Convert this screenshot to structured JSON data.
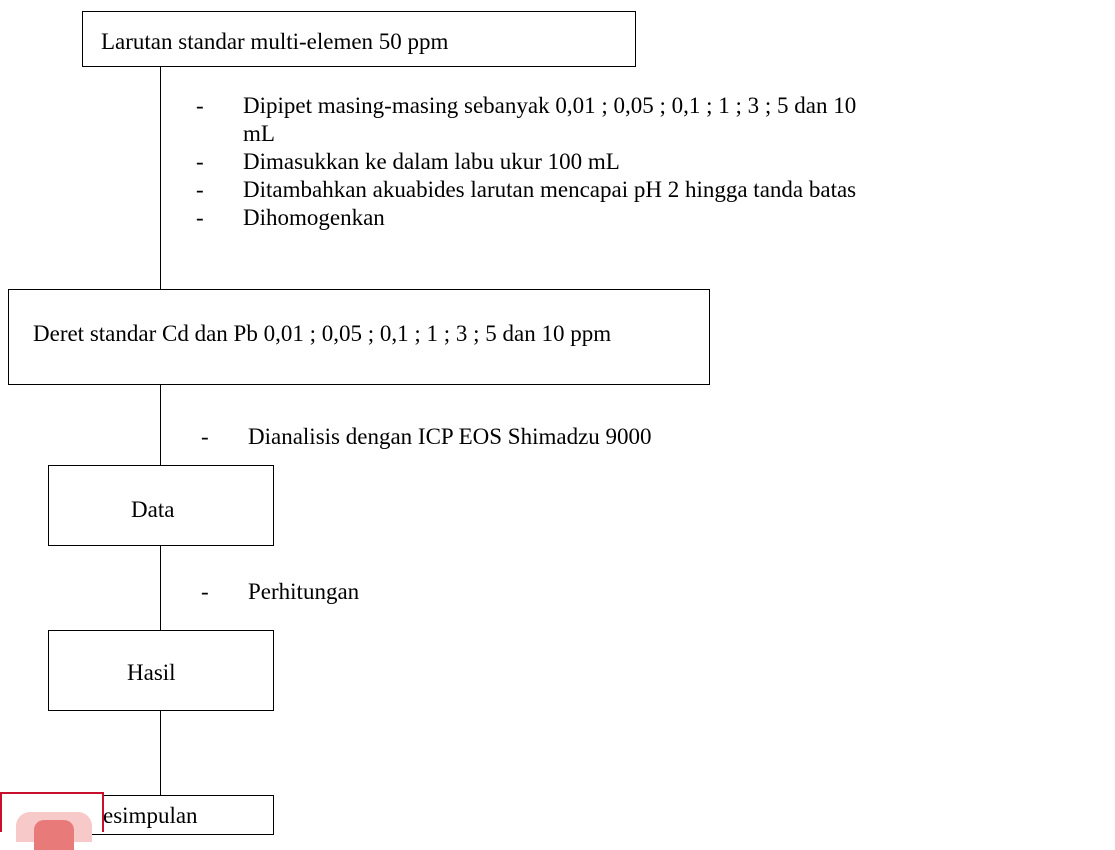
{
  "flow": {
    "box1": "Larutan standar multi-elemen 50 ppm",
    "steps1": [
      "Dipipet masing-masing sebanyak 0,01 ; 0,05 ; 0,1 ;  1 ; 3 ; 5 dan 10",
      "Dimasukkan ke dalam labu ukur 100 mL",
      "Ditambahkan akuabides larutan mencapai pH 2 hingga tanda batas",
      "Dihomogenkan"
    ],
    "steps1_cont": "mL",
    "box2": "Deret standar Cd dan Pb 0,01 ; 0,05 ; 0,1 ; 1 ; 3 ; 5  dan 10 ppm",
    "steps2": [
      "Dianalisis dengan ICP EOS Shimadzu 9000"
    ],
    "box3": "Data",
    "steps3": [
      "Perhitungan"
    ],
    "box4": "Hasil",
    "box5": "esimpulan",
    "dash": "-"
  }
}
